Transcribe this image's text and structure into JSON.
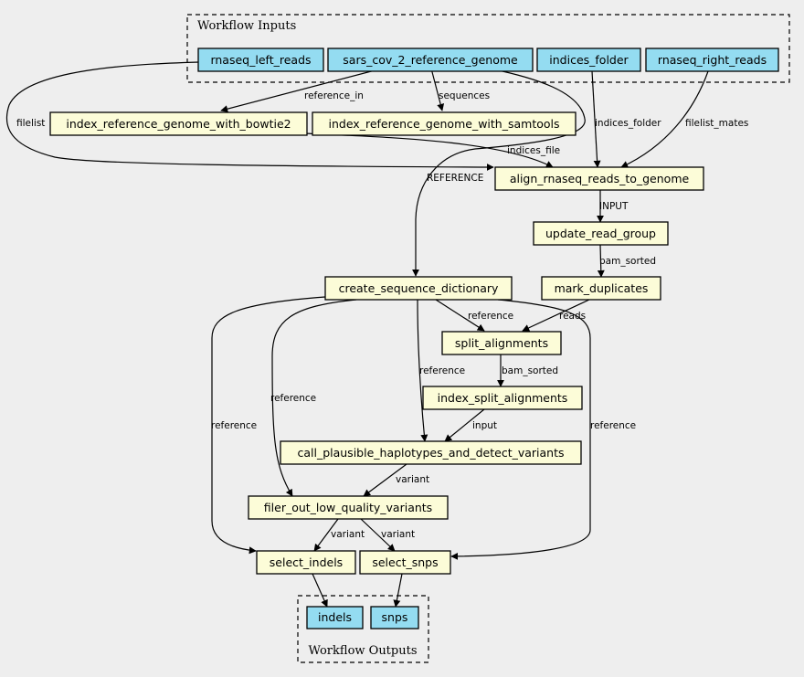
{
  "clusters": {
    "inputs": "Workflow Inputs",
    "outputs": "Workflow Outputs"
  },
  "inputs": {
    "rnaseq_left_reads": "rnaseq_left_reads",
    "sars_cov_2_reference_genome": "sars_cov_2_reference_genome",
    "indices_folder": "indices_folder",
    "rnaseq_right_reads": "rnaseq_right_reads"
  },
  "steps": {
    "index_bowtie2": "index_reference_genome_with_bowtie2",
    "index_samtools": "index_reference_genome_with_samtools",
    "align": "align_rnaseq_reads_to_genome",
    "update_read_group": "update_read_group",
    "mark_duplicates": "mark_duplicates",
    "create_sequence_dictionary": "create_sequence_dictionary",
    "split_alignments": "split_alignments",
    "index_split_alignments": "index_split_alignments",
    "call_variants": "call_plausible_haplotypes_and_detect_variants",
    "filter_variants": "filer_out_low_quality_variants",
    "select_indels": "select_indels",
    "select_snps": "select_snps"
  },
  "outputs": {
    "indels": "indels",
    "snps": "snps"
  },
  "edge_labels": {
    "reference_in": "reference_in",
    "sequences": "sequences",
    "filelist": "filelist",
    "indices_folder": "indices_folder",
    "filelist_mates": "filelist_mates",
    "indices_file": "indices_file",
    "reference_upper": "REFERENCE",
    "input_upper": "INPUT",
    "bam_sorted_1": "bam_sorted",
    "reads": "reads",
    "reference_1": "reference",
    "bam_sorted_2": "bam_sorted",
    "reference_2": "reference",
    "input": "input",
    "reference_3": "reference",
    "reference_4": "reference",
    "reference_5": "reference",
    "variant_1": "variant",
    "variant_2": "variant",
    "variant_3": "variant"
  }
}
